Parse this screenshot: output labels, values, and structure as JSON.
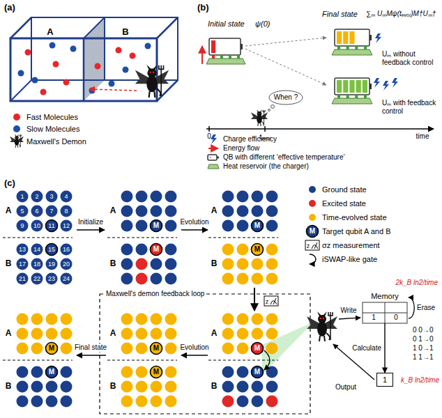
{
  "diagram": {
    "nodes": [
      {
        "text": [
          "Memory"
        ]
      },
      {
        "text": [
          "1"
        ]
      }
    ],
    "edges": [
      {
        "from": 0,
        "to": 1,
        "arrow": "to",
        "label": "Calculate"
      }
    ],
    "labels": [
      "(a)",
      "A",
      "B",
      "(b)",
      "Initial state",
      "ψ(0)",
      "Final state",
      "∑ₘ UₘMψ(tₑᵥₒₗ)M†Uₘ†",
      "Uₘ without feedback control",
      "Uₘ with feedback control",
      "When ?",
      "0",
      "tₑᵥₒₗ",
      "time",
      "(c)",
      "1",
      "2",
      "3",
      "4",
      "5",
      "6",
      "7",
      "8",
      "9",
      "10",
      "11",
      "12",
      "13",
      "14",
      "15",
      "16",
      "17",
      "18",
      "19",
      "20",
      "21",
      "22",
      "23",
      "24",
      "A",
      "B",
      "A",
      "B",
      "A",
      "B",
      "A",
      "B",
      "A",
      "B",
      "A",
      "B",
      "M",
      "M",
      "M",
      "M",
      "M",
      "M",
      "M",
      "M",
      "M",
      "M",
      "Initialize",
      "Evolution",
      "Maxwell's demon feedback loop",
      "Evolution",
      "Final state",
      "Write",
      "Erase",
      "Output",
      "1",
      "0",
      "2k_B ln2/time",
      "k_B ln2/time",
      "0 0→0",
      "0 1→0",
      "1 0→1",
      "1 1→1",
      "M",
      "z",
      "z"
    ],
    "legend": [
      {
        "text": "Fast Molecules",
        "color": "#e8262a"
      },
      {
        "text": "Slow Molecules",
        "color": "#1f4ea8"
      },
      {
        "text": "Maxwell's Demon"
      },
      {
        "text": "Charge efficiency"
      },
      {
        "text": "Energy flow"
      },
      {
        "text": "QB with different ‘effective temperature’"
      },
      {
        "text": "Heat reservoir (the charger)"
      },
      {
        "text": "Ground state",
        "color": "#1b3f8b"
      },
      {
        "text": "Excited state",
        "color": "#e32626"
      },
      {
        "text": "Time-evolved state",
        "color": "#f7b500"
      },
      {
        "text": "Target qubit A and B"
      },
      {
        "text": "σz measurement"
      },
      {
        "text": "iSWAP-like gate"
      }
    ]
  }
}
